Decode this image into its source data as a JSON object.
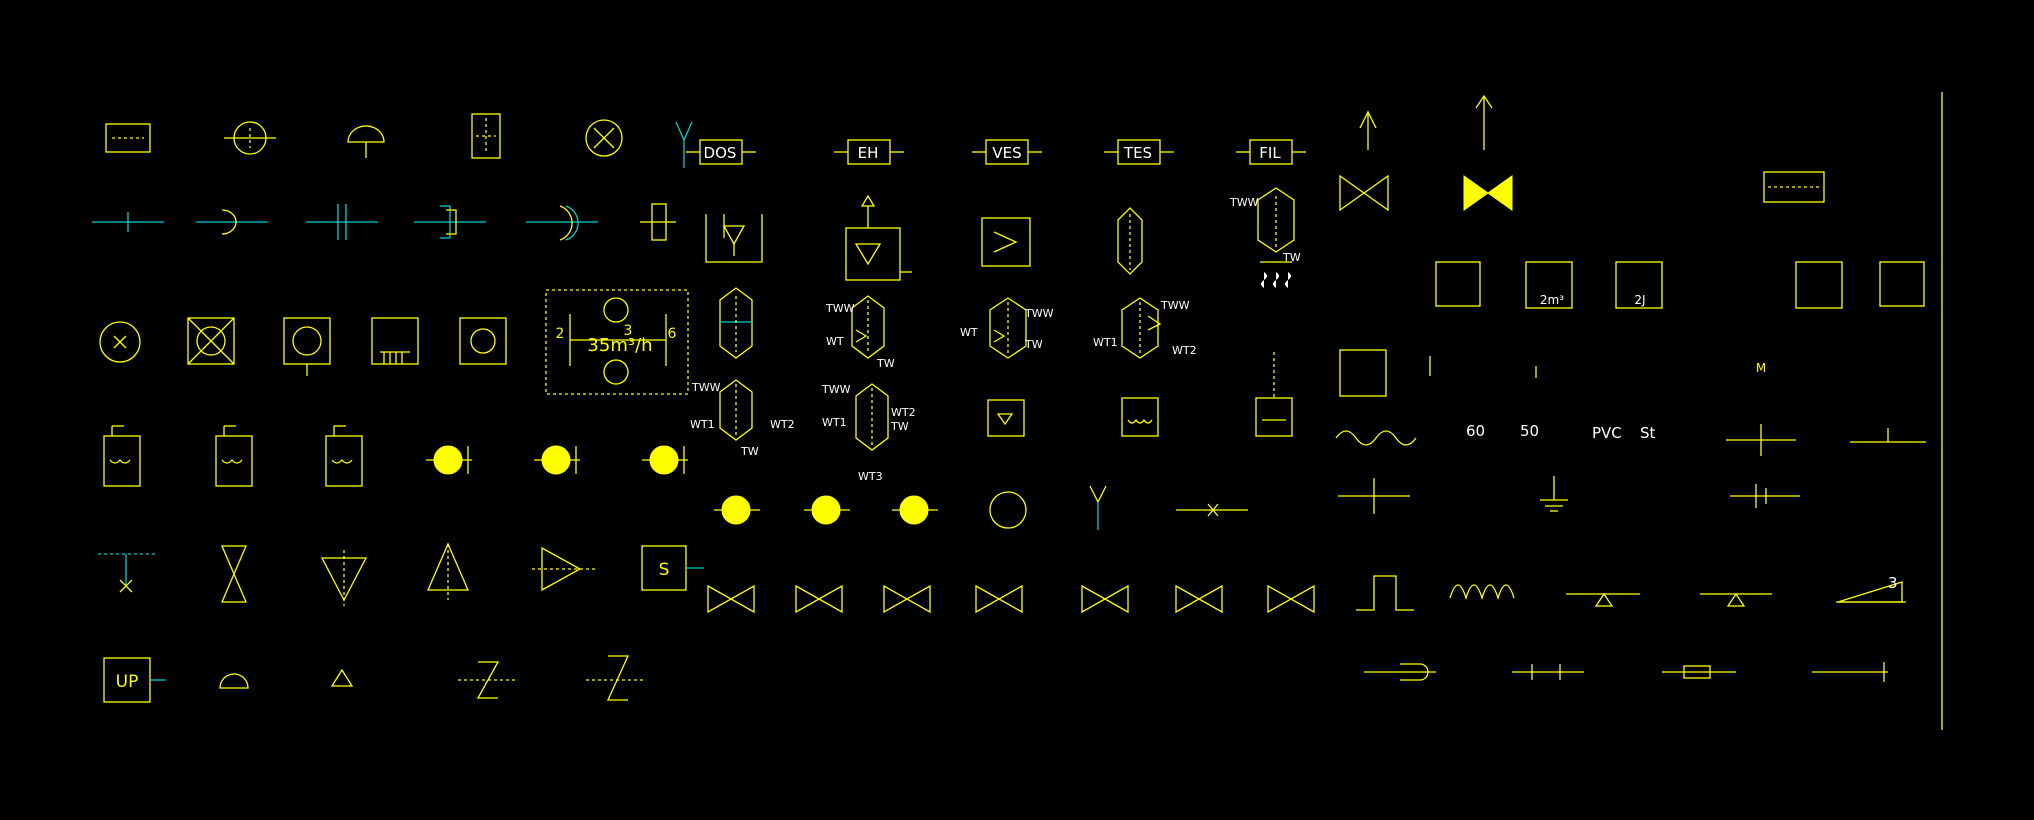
{
  "palette": {
    "background": "#000000",
    "primary_line": "#ffff00",
    "secondary_line": "#00d0d0",
    "label_text": "#ffffff"
  },
  "labels": {
    "dos": "DOS",
    "eh": "EH",
    "ves": "VES",
    "tes": "TES",
    "fil": "FIL",
    "flow": "35m³/h",
    "pump_left": "2",
    "pump_mid": "3",
    "pump_right": "6",
    "tww": "TWW",
    "tw": "TW",
    "wt": "WT",
    "wt1": "WT1",
    "wt2": "WT2",
    "wt3": "WT3",
    "dim_a": "60",
    "dim_b": "50",
    "mat_a": "PVC",
    "mat_b": "St",
    "vol_a": "2m³",
    "vol_b": "2J",
    "up": "UP",
    "s": "S",
    "m": "M",
    "slope": "3"
  }
}
